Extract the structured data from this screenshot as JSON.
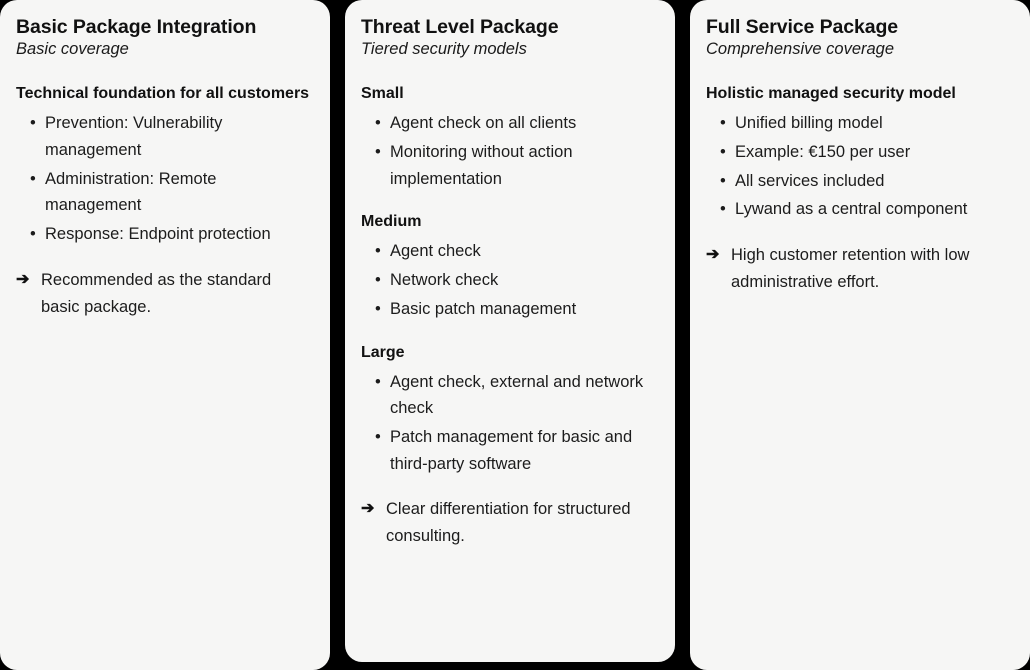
{
  "theme": {
    "background": "#000000",
    "card_background": "#f6f6f5",
    "text_color": "#1c1c1c",
    "heading_color": "#111111"
  },
  "cards": [
    {
      "title": "Basic Package Integration",
      "subtitle": "Basic coverage",
      "sections": [
        {
          "heading": "Technical foundation for all customers",
          "items": [
            "Prevention: Vulnerability management",
            "Administration: Remote management",
            "Response: Endpoint protection"
          ]
        }
      ],
      "takeaway": "Recommended as the standard basic package.",
      "takeaway_icon": "arrow-right-icon"
    },
    {
      "title": "Threat Level Package",
      "subtitle": "Tiered security models",
      "sections": [
        {
          "heading": "Small",
          "items": [
            "Agent check on all clients",
            "Monitoring without action implementation"
          ]
        },
        {
          "heading": "Medium",
          "items": [
            "Agent check",
            "Network check",
            "Basic patch management"
          ]
        },
        {
          "heading": "Large",
          "items": [
            "Agent check, external and network check",
            "Patch management for basic and third-party software"
          ]
        }
      ],
      "takeaway": "Clear differentiation for structured consulting.",
      "takeaway_icon": "arrow-right-icon"
    },
    {
      "title": "Full Service Package",
      "subtitle": "Comprehensive coverage",
      "sections": [
        {
          "heading": "Holistic managed security model",
          "items": [
            "Unified billing model",
            "Example: €150 per user",
            "All services included",
            "Lywand as a central component"
          ]
        }
      ],
      "takeaway": "High customer retention with low administrative effort.",
      "takeaway_icon": "arrow-right-icon"
    }
  ],
  "glyphs": {
    "bullet": "•",
    "arrow": "➔"
  }
}
